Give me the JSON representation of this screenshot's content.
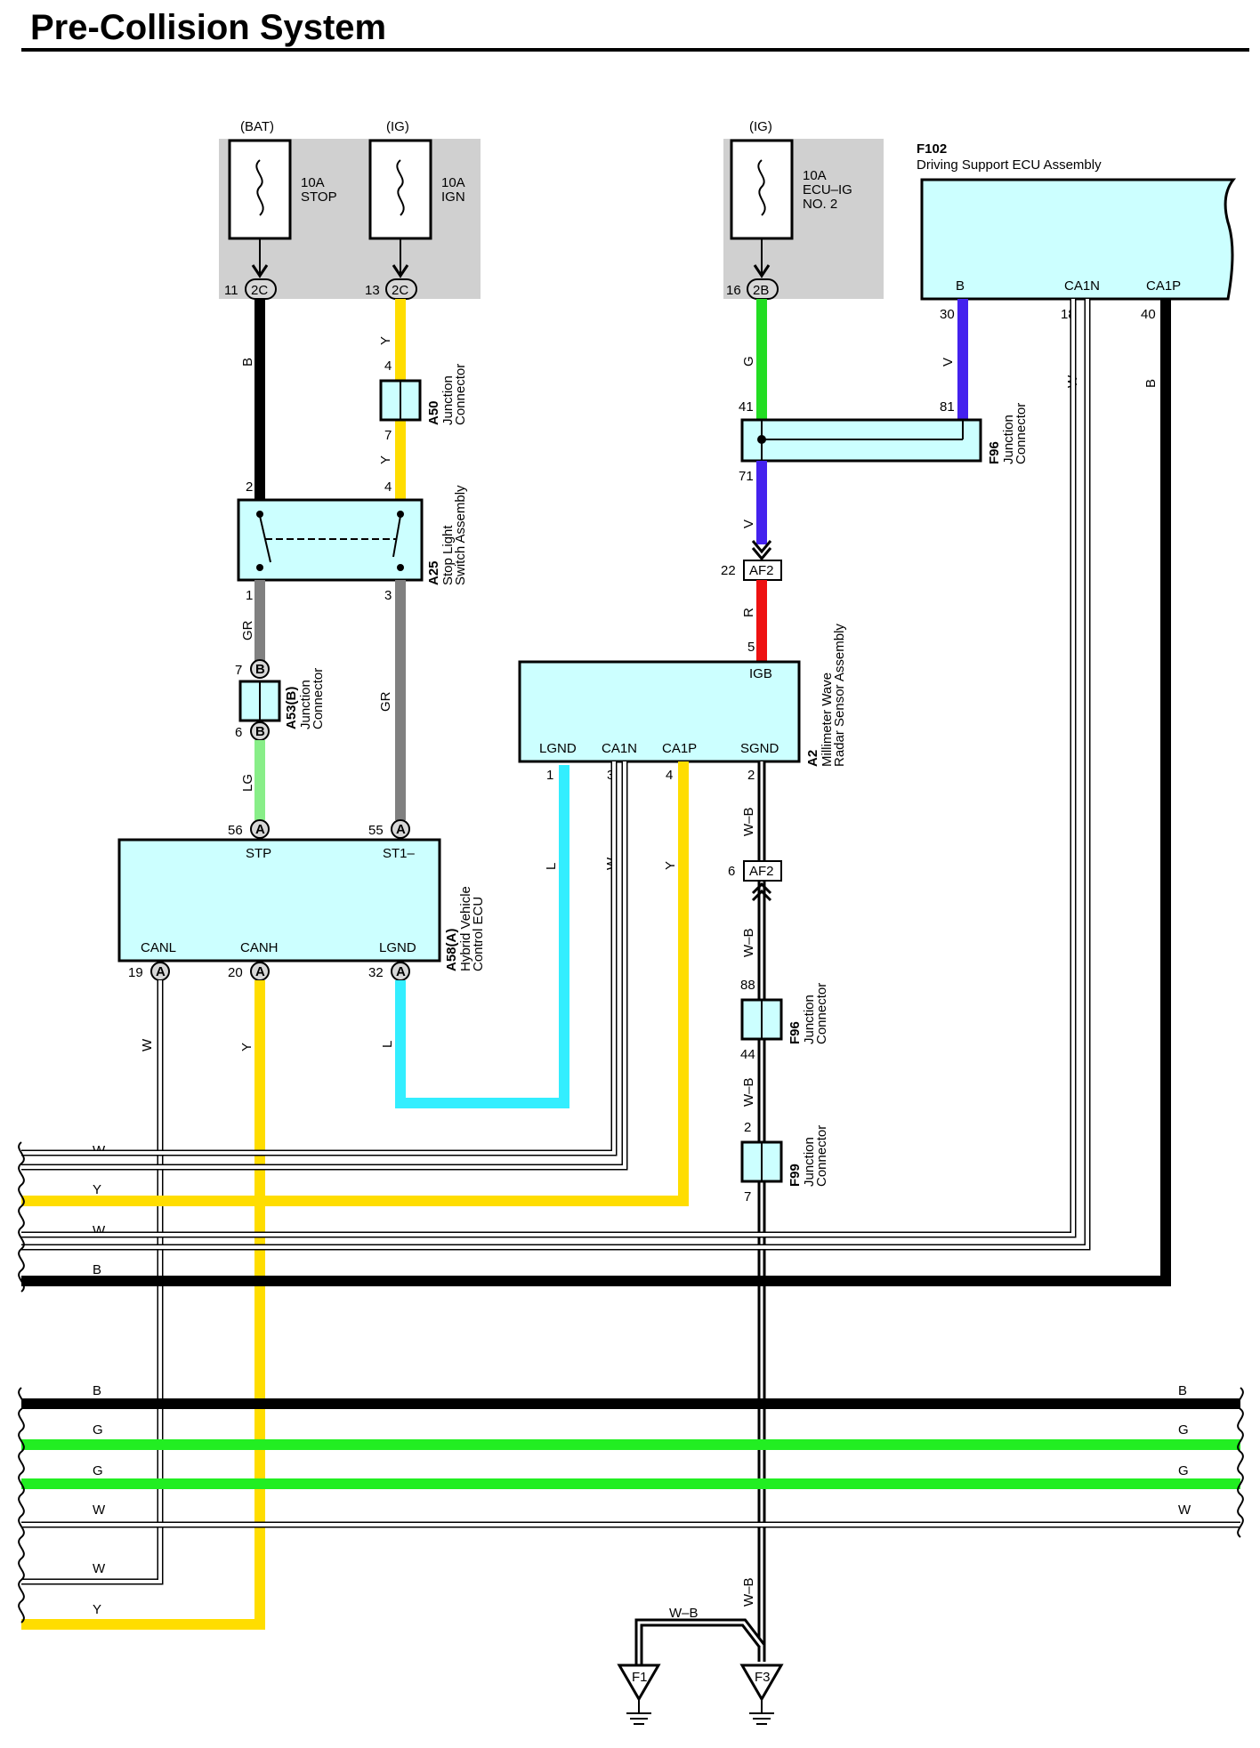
{
  "title": "Pre-Collision System",
  "fuses": [
    {
      "source": "(BAT)",
      "rating": "10A",
      "name": "STOP",
      "pin": "11",
      "conn": "2C"
    },
    {
      "source": "(IG)",
      "rating": "10A",
      "name": "IGN",
      "pin": "13",
      "conn": "2C"
    },
    {
      "source": "(IG)",
      "rating": "10A",
      "name_line1": "ECU–IG",
      "name_line2": "NO. 2",
      "pin": "16",
      "conn": "2B"
    }
  ],
  "f102": {
    "id": "F102",
    "name": "Driving Support ECU Assembly",
    "term_b": "B",
    "term_ca1n": "CA1N",
    "term_ca1p": "CA1P",
    "pin_b": "30",
    "pin_ca1n": "18",
    "pin_ca1p": "40"
  },
  "a50": {
    "id": "A50",
    "line1": "Junction",
    "line2": "Connector",
    "pin_in": "4",
    "pin_out": "7"
  },
  "f96_top": {
    "id": "F96",
    "line1": "Junction",
    "line2": "Connector",
    "pin_a": "41",
    "pin_b": "81",
    "pin_c": "71"
  },
  "a25": {
    "id": "A25",
    "line1": "Stop Light",
    "line2": "Switch Assembly",
    "pin2": "2",
    "pin4": "4",
    "pin1": "1",
    "pin3": "3"
  },
  "af2_top": {
    "label": "AF2",
    "pin": "22"
  },
  "a53": {
    "id": "A53(B)",
    "line1": "Junction",
    "line2": "Connector",
    "pin_top": "7",
    "pin_bot": "6",
    "letter": "B"
  },
  "a2": {
    "id": "A2",
    "line1": "Millimeter Wave",
    "line2": "Radar Sensor Assembly",
    "igb": "IGB",
    "lgnd": "LGND",
    "ca1n": "CA1N",
    "ca1p": "CA1P",
    "sgnd": "SGND",
    "pin_igb": "5",
    "pin_lgnd": "1",
    "pin_ca1n": "3",
    "pin_ca1p": "4",
    "pin_sgnd": "2"
  },
  "a58": {
    "id": "A58(A)",
    "line1": "Hybrid Vehicle",
    "line2": "Control ECU",
    "stp": "STP",
    "st1": "ST1–",
    "canl": "CANL",
    "canh": "CANH",
    "lgnd": "LGND",
    "pin_stp": "56",
    "pin_st1": "55",
    "pin_canl": "19",
    "pin_canh": "20",
    "pin_lgnd": "32",
    "letter": "A"
  },
  "af2_mid": {
    "label": "AF2",
    "pin": "6"
  },
  "f96_mid": {
    "id": "F96",
    "line1": "Junction",
    "line2": "Connector",
    "pin_top": "88",
    "pin_bot": "44"
  },
  "f99": {
    "id": "F99",
    "line1": "Junction",
    "line2": "Connector",
    "pin_top": "2",
    "pin_bot": "7"
  },
  "grounds": {
    "f1": "F1",
    "f3": "F3"
  },
  "wires": {
    "b": "B",
    "y": "Y",
    "g": "G",
    "v": "V",
    "w": "W",
    "r": "R",
    "gr": "GR",
    "lg": "LG",
    "l": "L",
    "wb": "W–B"
  }
}
